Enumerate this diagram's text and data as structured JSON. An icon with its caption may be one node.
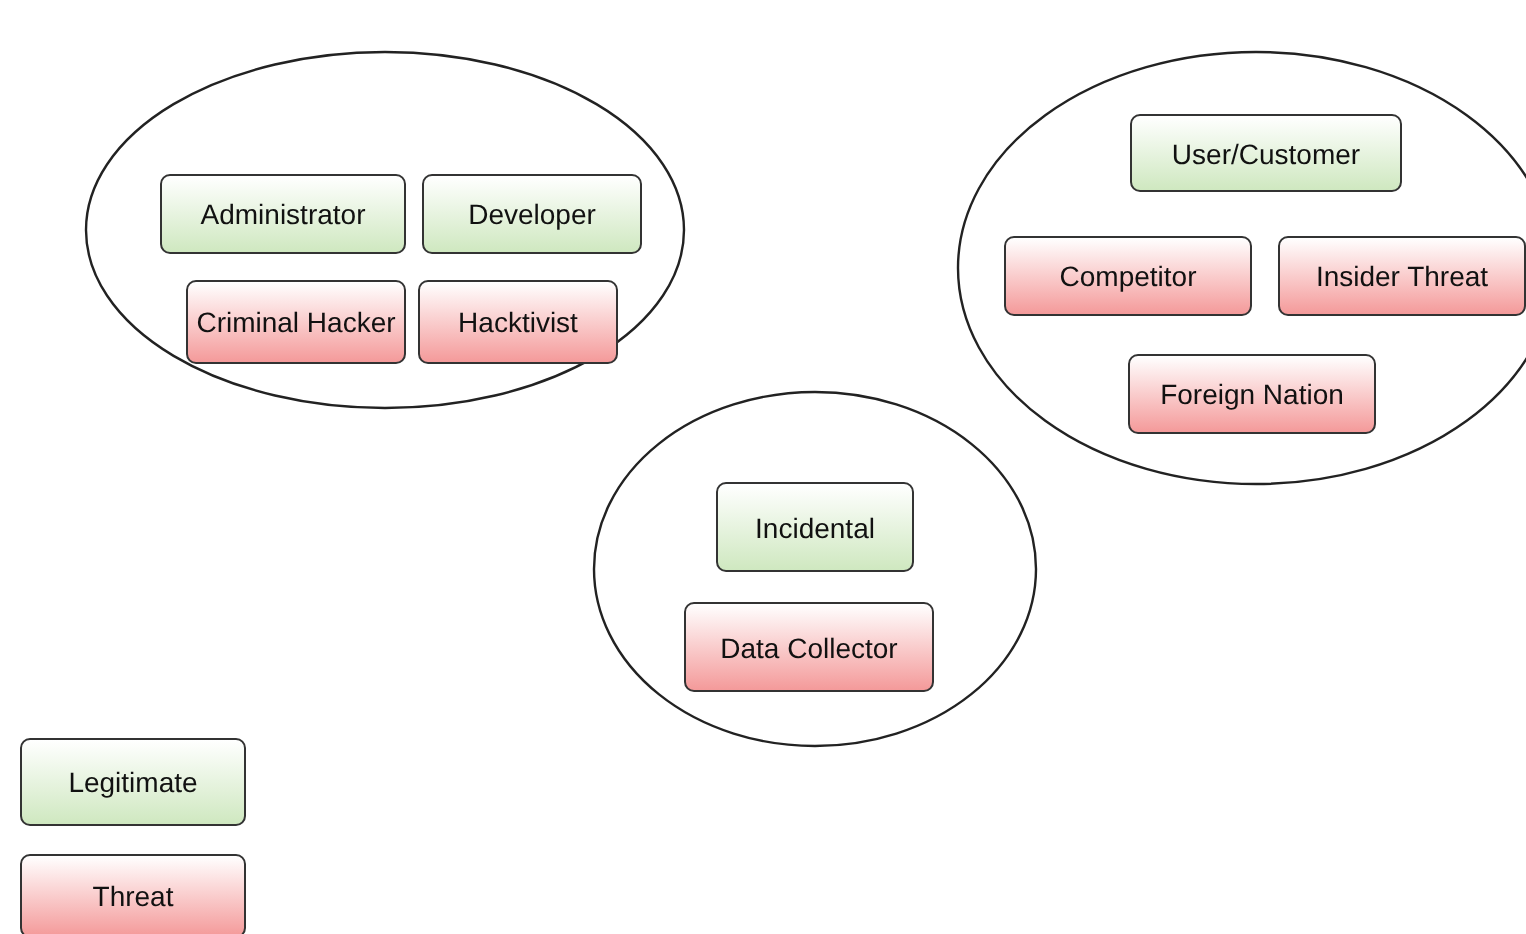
{
  "diagram": {
    "nodes": [
      {
        "text": [],
        "shape": "ellipse"
      },
      {
        "text": [
          "Administrator"
        ],
        "in": 0
      },
      {
        "text": [
          "Developer"
        ],
        "in": 0
      },
      {
        "text": [
          "Criminal Hacker"
        ],
        "in": 0
      },
      {
        "text": [
          "Hacktivist"
        ],
        "in": 0
      },
      {
        "text": [],
        "shape": "ellipse"
      },
      {
        "text": [
          "User/Customer"
        ],
        "in": 5
      },
      {
        "text": [
          "Competitor"
        ],
        "in": 5
      },
      {
        "text": [
          "Insider Threat"
        ],
        "in": 5
      },
      {
        "text": [
          "Foreign Nation"
        ],
        "in": 5
      },
      {
        "text": [],
        "shape": "ellipse"
      },
      {
        "text": [
          "Incidental"
        ],
        "in": 10
      },
      {
        "text": [
          "Data Collector"
        ],
        "in": 10
      }
    ],
    "edges": [],
    "legend": [
      {
        "text": "Legitimate",
        "color": "#cfe8c0"
      },
      {
        "text": "Threat",
        "color": "#f49a9a"
      }
    ]
  }
}
